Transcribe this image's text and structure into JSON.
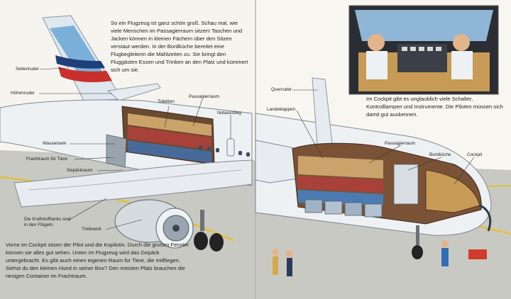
{
  "texts": {
    "intro": "So ein Flugzeug ist ganz schön groß. Schau mal, wie viele Menschen im Passagierraum sitzen! Taschen und Jacken können in kleinen Fächern über den Sitzen verstaut werden. In der Bordküche bereitet eine Flugbegleiterin die Mahlzeiten zu. Sie bringt den Fluggästen Essen und Trinken an den Platz und kümmert sich um sie.",
    "cockpit": "Im Cockpit gibt es unglaublich viele Schalter, Kontrolllampen und Instrumente. Die Piloten müssen sich damit gut auskennen.",
    "bottom": "Vorne im Cockpit sitzen der Pilot und die Kopilotin. Durch die großen Fenster können sie alles gut sehen. Unten im Flugzeug wird das Gepäck untergebracht. Es gibt auch einen eigenen Raum für Tiere, die mitfliegen. Siehst du den kleinen Hund in seiner Box? Den meisten Platz brauchen die riesigen Container im Frachtraum."
  },
  "labels": {
    "seitenruder": "Seitenruder",
    "hoehenruder": "Höhenruder",
    "toiletten": "Toiletten",
    "passagierraum_left": "Passagierraum",
    "notausstieg": "Notausstieg",
    "wassertank": "Wassertank",
    "frachtraum_tiere": "Frachtraum für Tiere",
    "gepaeckraum": "Gepäckraum",
    "kraftstofftanks": "Die Kraftstofftanks sind in den Flügeln.",
    "triebwerk": "Triebwerk",
    "querruder": "Querruder",
    "landeklappen": "Landeklappen",
    "passagierraum_right": "Passagierraum",
    "bordkueche": "Bordküche",
    "cockpit": "Cockpit"
  }
}
